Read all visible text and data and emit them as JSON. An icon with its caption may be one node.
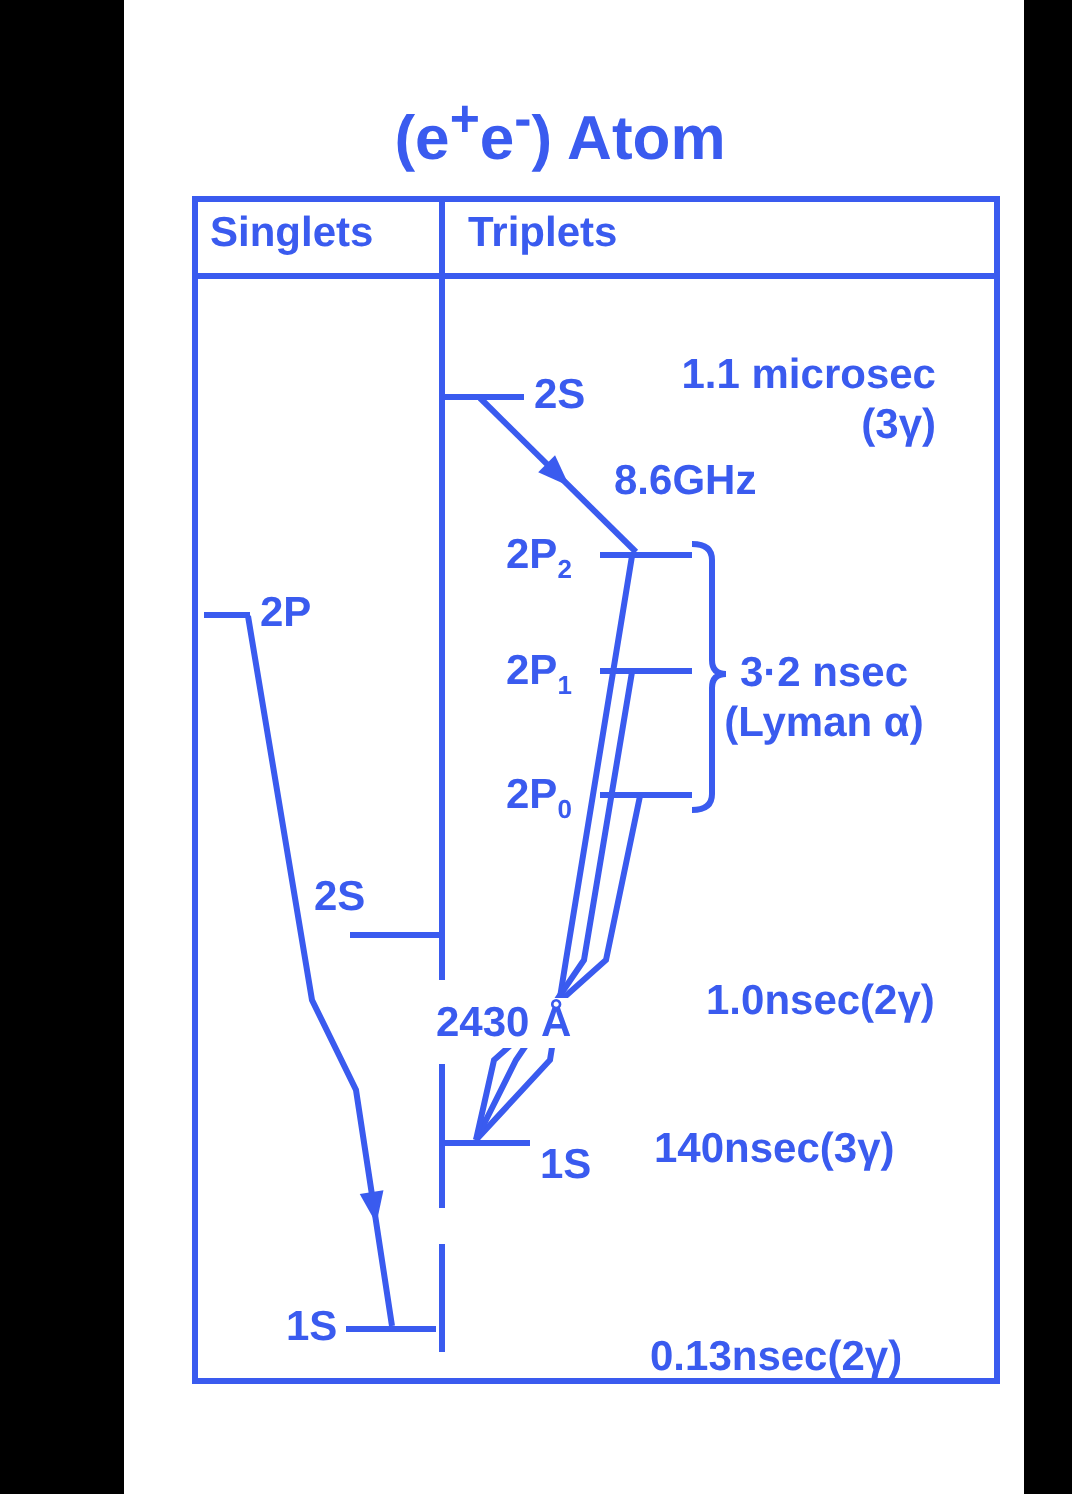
{
  "diagram": {
    "title": "(e$^{+}$e$^{-}$) Atom",
    "nodes": [
      {
        "text": [
          "2S"
        ]
      },
      {
        "text": [
          "2P$_{2}$"
        ]
      },
      {
        "text": [
          "2P$_{1}$"
        ]
      },
      {
        "text": [
          "2P$_{0}$"
        ]
      },
      {
        "text": [
          "1S"
        ]
      },
      {
        "text": [
          "2P"
        ]
      },
      {
        "text": [
          "2S"
        ]
      },
      {
        "text": [
          "1S"
        ]
      }
    ],
    "edges": [
      {
        "from": 0,
        "to": 1,
        "arrow": "to",
        "label": "8.6GHz"
      },
      {
        "from": 1,
        "to": 4,
        "arrow": "none",
        "label": "2430 Å"
      },
      {
        "from": 2,
        "to": 4,
        "arrow": "none"
      },
      {
        "from": 3,
        "to": 4,
        "arrow": "none"
      },
      {
        "from": 5,
        "to": 7,
        "arrow": "to"
      }
    ],
    "labels": [
      "Singlets",
      "Triplets",
      "1.1 microsec (3γ)",
      "3·2 nsec (Lyman α)",
      "1.0nsec(2γ)",
      "140nsec(3γ)",
      "0.13nsec(2γ)"
    ]
  }
}
